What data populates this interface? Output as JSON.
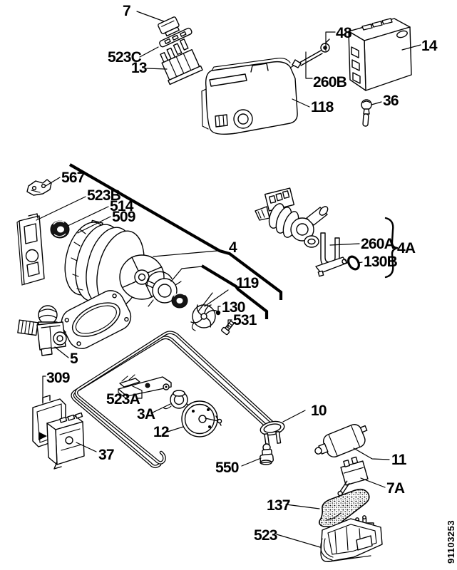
{
  "document": {
    "type": "exploded-parts-diagram",
    "background_color": "#ffffff",
    "ink_color": "#000000",
    "doc_number_vertical": "91103253"
  },
  "callouts": {
    "c7": {
      "label": "7"
    },
    "c523C": {
      "label": "523C"
    },
    "c13": {
      "label": "13"
    },
    "c48": {
      "label": "48"
    },
    "c14": {
      "label": "14"
    },
    "c260B": {
      "label": "260B"
    },
    "c118": {
      "label": "118"
    },
    "c36": {
      "label": "36"
    },
    "c567": {
      "label": "567"
    },
    "c523B": {
      "label": "523B"
    },
    "c514": {
      "label": "514"
    },
    "c509": {
      "label": "509"
    },
    "c4": {
      "label": "4"
    },
    "c119": {
      "label": "119"
    },
    "c130": {
      "label": "130"
    },
    "c531": {
      "label": "531"
    },
    "c260A": {
      "label": "260A"
    },
    "c4A": {
      "label": "4A"
    },
    "c130B": {
      "label": "130B"
    },
    "c5": {
      "label": "5"
    },
    "c309": {
      "label": "309"
    },
    "c523A": {
      "label": "523A"
    },
    "c3A": {
      "label": "3A"
    },
    "c12": {
      "label": "12"
    },
    "c37": {
      "label": "37"
    },
    "c10": {
      "label": "10"
    },
    "c550": {
      "label": "550"
    },
    "c11": {
      "label": "11"
    },
    "c7A": {
      "label": "7A"
    },
    "c137": {
      "label": "137"
    },
    "c523": {
      "label": "523"
    }
  }
}
